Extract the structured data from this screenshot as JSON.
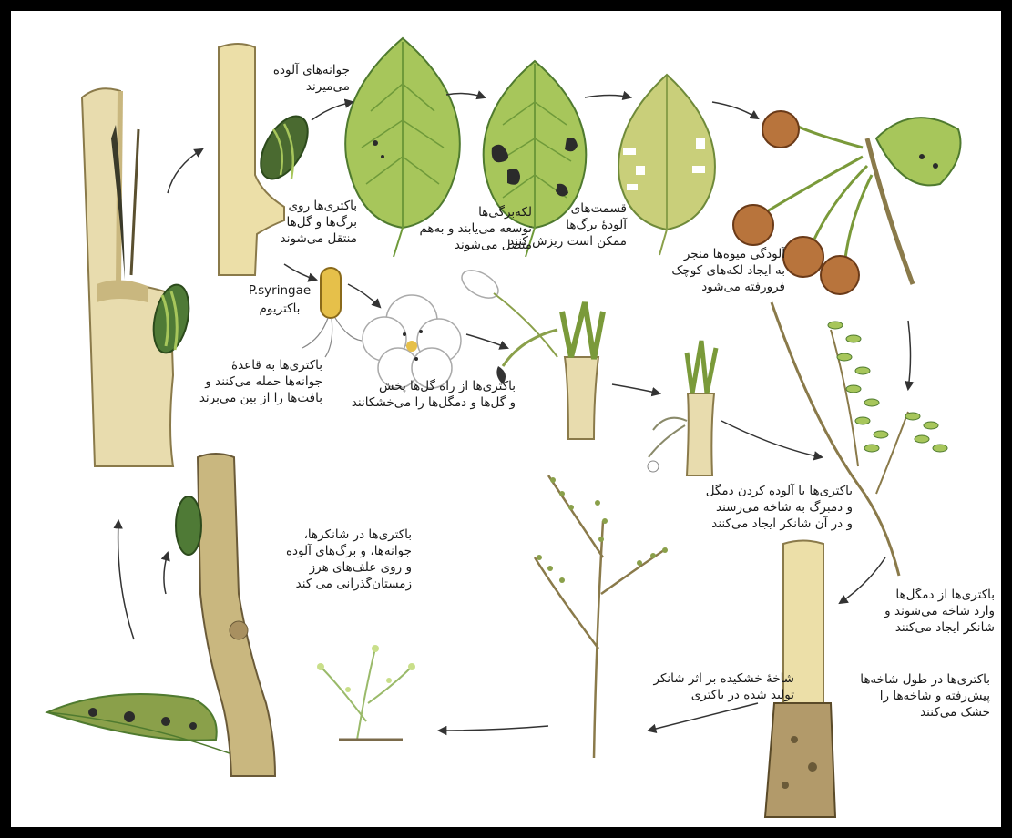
{
  "colors": {
    "frame": "#000000",
    "stem": "#e8dcae",
    "stem_shade": "#c9b77f",
    "stem_brown": "#b29a6a",
    "leaf": "#a7c65b",
    "leaf_dark": "#6f9a3a",
    "lesion": "#2b2b2b",
    "fruit": "#b8743c",
    "arrow": "#333333"
  },
  "labels": {
    "buds_die": "جوانه‌های آلوده\nمی‌میرند",
    "bacteria_to_leaves": "باکتری‌ها روی\nبرگ‌ها و گل‌ها\nمنتقل می‌شوند",
    "species_name": "P.syringae",
    "species_word": "باکتریوم",
    "bud_base_attack": "باکتری‌ها به قاعدهٔ\nجوانه‌ها حمله می‌کنند و\nبافت‌ها را از بین می‌برند",
    "leaf_spots": "لکه‌برگی‌ها\nتوسعه می‌یابند و به‌هم\nمتصل می‌شوند",
    "leaf_parts_drop": "قسمت‌های\nآلودهٔ برگ‌ها\nممکن است ریزش کنند",
    "fruit_infection": "آلودگی میوه‌ها منجر\nبه ایجاد لکه‌های کوچک\nفرورفته می‌شود",
    "flower_spread": "باکتری‌ها از راه گل‌ها پخش\nو گل‌ها و دمگل‌ها را می‌خشکانند",
    "pedicel_canker": "باکتری‌ها با آلوده کردن دمگل\nو دمبرگ به شاخه می‌رسند\nو در آن شانکر ایجاد می‌کنند",
    "overwinter": "باکتری‌ها در شانکرها،\nجوانه‌ها، و برگ‌های آلوده\nو روی علف‌های هرز\nزمستان‌گذرانی می کند",
    "petiole_canker": "باکتری‌ها از دمگل‌ها\nوارد شاخه می‌شوند و\nشانکر ایجاد می‌کنند",
    "branch_spread": "باکتری‌ها در طول شاخه‌ها\nپیش‌رفته و شاخه‌ها را\nخشک می‌کنند",
    "dried_branch": "شاخهٔ خشکیده بر اثر شانکر\nتولید شده در باکتری"
  }
}
